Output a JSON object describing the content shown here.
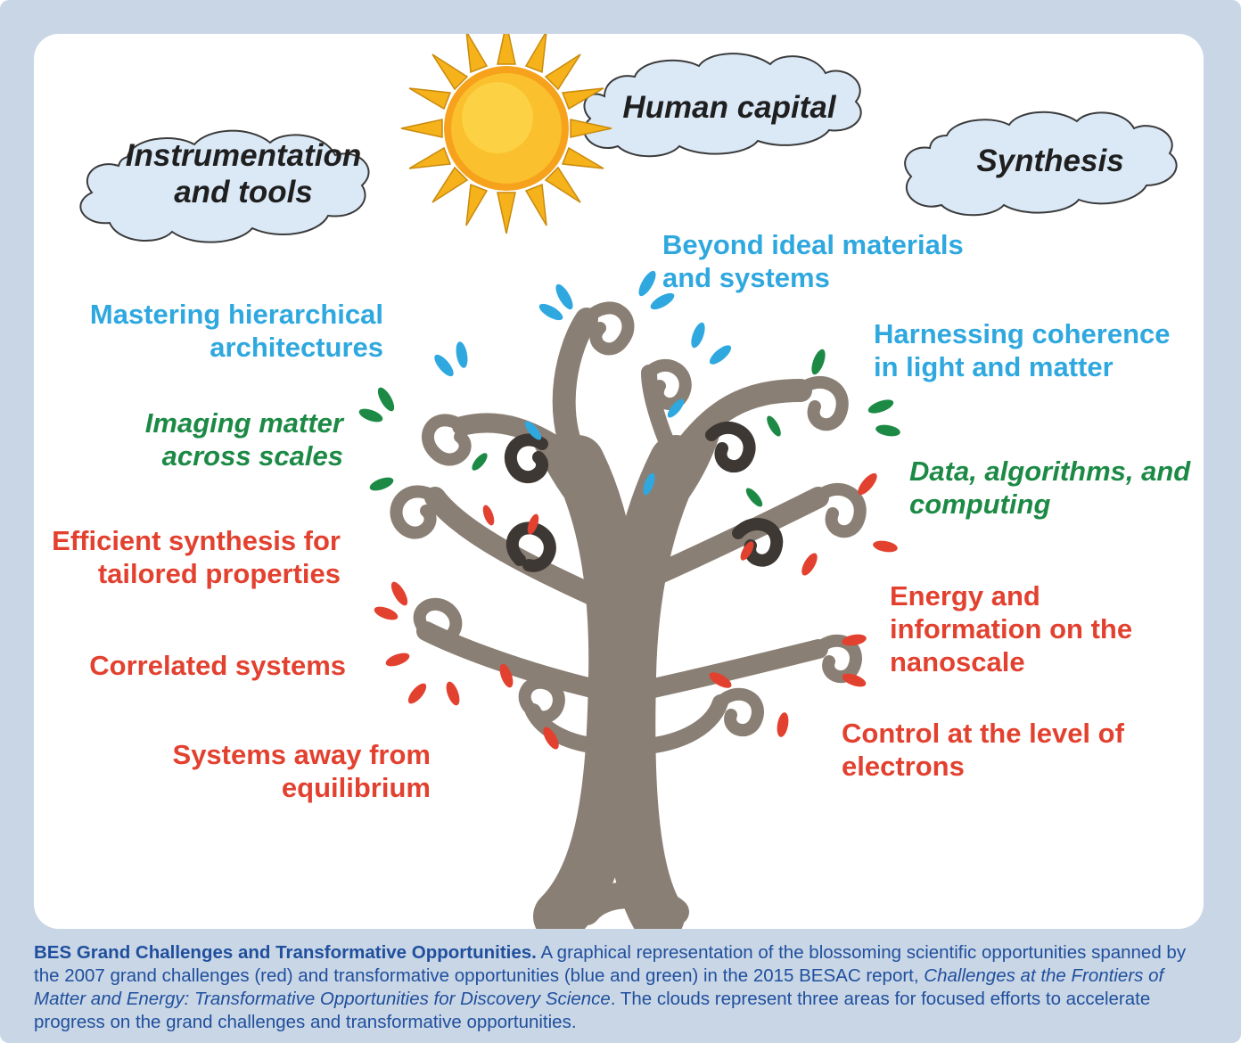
{
  "clouds": {
    "instrumentation": "Instrumentation and tools",
    "human_capital": "Human capital",
    "synthesis": "Synthesis"
  },
  "labels": {
    "beyond_ideal": "Beyond ideal materials and systems",
    "mastering": "Mastering hierarchical architectures",
    "harnessing": "Harnessing coherence in light and matter",
    "imaging": "Imaging matter across scales",
    "data": "Data, algorithms, and computing",
    "efficient": "Efficient synthesis for tailored properties",
    "energy_info": "Energy and information on the nanoscale",
    "correlated": "Correlated systems",
    "control": "Control at the level of electrons",
    "away": "Systems away from equilibrium"
  },
  "caption": {
    "title": "BES Grand Challenges and Transformative Opportunities.",
    "text1": " A graphical representation of the blossoming scientific opportunities spanned by the 2007 grand challenges (red) and transformative opportunities (blue and green) in the 2015 BESAC report, ",
    "report_title": "Challenges at the Frontiers of Matter and Energy: Transformative Opportunities for Discovery Science",
    "text2": ". The clouds represent three areas for focused efforts to accelerate progress on the grand challenges and transformative opportunities."
  },
  "colors": {
    "red": "#e3412f",
    "blue": "#2fa8df",
    "green": "#1c8a45",
    "trunk": "#8a7f74",
    "caption": "#1f4f9d"
  }
}
